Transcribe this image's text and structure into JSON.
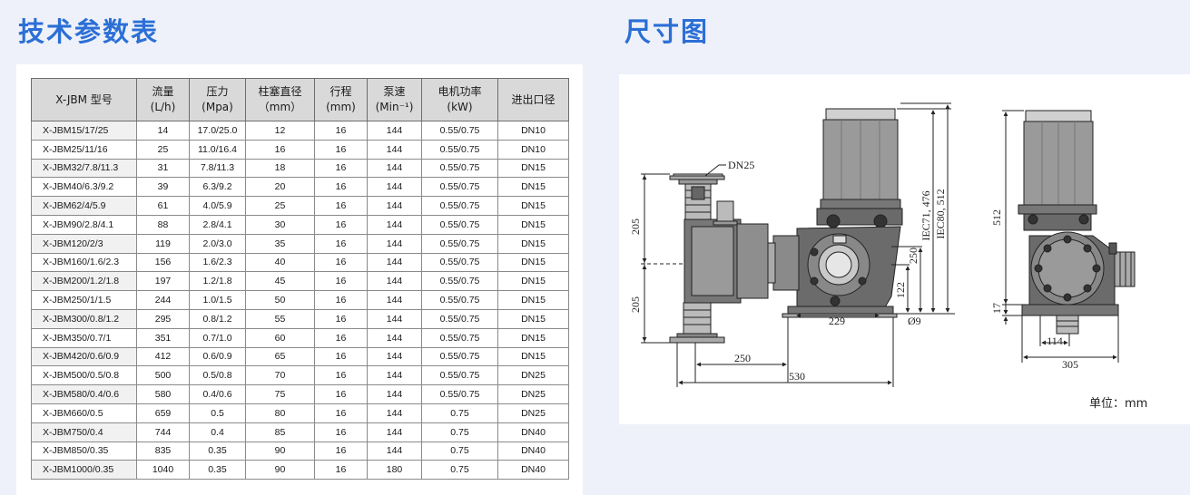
{
  "headings": {
    "table": "技术参数表",
    "drawing": "尺寸图"
  },
  "table": {
    "headers": [
      {
        "top": "X-JBM 型号",
        "bottom": ""
      },
      {
        "top": "流量",
        "bottom": "(L/h)"
      },
      {
        "top": "压力",
        "bottom": "(Mpa)"
      },
      {
        "top": "柱塞直径",
        "bottom": "（mm）"
      },
      {
        "top": "行程",
        "bottom": "(mm)"
      },
      {
        "top": "泵速",
        "bottom": "(Min⁻¹)"
      },
      {
        "top": "电机功率",
        "bottom": "(kW)"
      },
      {
        "top": "进出口径",
        "bottom": ""
      }
    ],
    "rows": [
      [
        "X-JBM15/17/25",
        "14",
        "17.0/25.0",
        "12",
        "16",
        "144",
        "0.55/0.75",
        "DN10"
      ],
      [
        "X-JBM25/11/16",
        "25",
        "11.0/16.4",
        "16",
        "16",
        "144",
        "0.55/0.75",
        "DN10"
      ],
      [
        "X-JBM32/7.8/11.3",
        "31",
        "7.8/11.3",
        "18",
        "16",
        "144",
        "0.55/0.75",
        "DN15"
      ],
      [
        "X-JBM40/6.3/9.2",
        "39",
        "6.3/9.2",
        "20",
        "16",
        "144",
        "0.55/0.75",
        "DN15"
      ],
      [
        "X-JBM62/4/5.9",
        "61",
        "4.0/5.9",
        "25",
        "16",
        "144",
        "0.55/0.75",
        "DN15"
      ],
      [
        "X-JBM90/2.8/4.1",
        "88",
        "2.8/4.1",
        "30",
        "16",
        "144",
        "0.55/0.75",
        "DN15"
      ],
      [
        "X-JBM120/2/3",
        "119",
        "2.0/3.0",
        "35",
        "16",
        "144",
        "0.55/0.75",
        "DN15"
      ],
      [
        "X-JBM160/1.6/2.3",
        "156",
        "1.6/2.3",
        "40",
        "16",
        "144",
        "0.55/0.75",
        "DN15"
      ],
      [
        "X-JBM200/1.2/1.8",
        "197",
        "1.2/1.8",
        "45",
        "16",
        "144",
        "0.55/0.75",
        "DN15"
      ],
      [
        "X-JBM250/1/1.5",
        "244",
        "1.0/1.5",
        "50",
        "16",
        "144",
        "0.55/0.75",
        "DN15"
      ],
      [
        "X-JBM300/0.8/1.2",
        "295",
        "0.8/1.2",
        "55",
        "16",
        "144",
        "0.55/0.75",
        "DN15"
      ],
      [
        "X-JBM350/0.7/1",
        "351",
        "0.7/1.0",
        "60",
        "16",
        "144",
        "0.55/0.75",
        "DN15"
      ],
      [
        "X-JBM420/0.6/0.9",
        "412",
        "0.6/0.9",
        "65",
        "16",
        "144",
        "0.55/0.75",
        "DN15"
      ],
      [
        "X-JBM500/0.5/0.8",
        "500",
        "0.5/0.8",
        "70",
        "16",
        "144",
        "0.55/0.75",
        "DN25"
      ],
      [
        "X-JBM580/0.4/0.6",
        "580",
        "0.4/0.6",
        "75",
        "16",
        "144",
        "0.55/0.75",
        "DN25"
      ],
      [
        "X-JBM660/0.5",
        "659",
        "0.5",
        "80",
        "16",
        "144",
        "0.75",
        "DN25"
      ],
      [
        "X-JBM750/0.4",
        "744",
        "0.4",
        "85",
        "16",
        "144",
        "0.75",
        "DN40"
      ],
      [
        "X-JBM850/0.35",
        "835",
        "0.35",
        "90",
        "16",
        "144",
        "0.75",
        "DN40"
      ],
      [
        "X-JBM1000/0.35",
        "1040",
        "0.35",
        "90",
        "16",
        "180",
        "0.75",
        "DN40"
      ]
    ]
  },
  "drawing": {
    "labels": {
      "dn": "DN25",
      "d205_top": "205",
      "d205_bottom": "205",
      "d250_horizontal": "250",
      "d530": "530",
      "d229": "229",
      "phi9": "Ø9",
      "d122": "122",
      "d250_vertical": "250",
      "iec71": "IEC71, 476",
      "iec80": "IEC80, 512",
      "d512": "512",
      "d17": "17",
      "d114": "114",
      "d305": "305"
    },
    "unit": "单位：mm"
  }
}
